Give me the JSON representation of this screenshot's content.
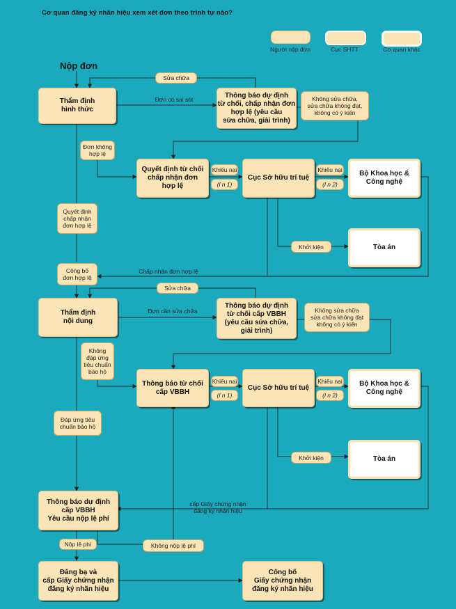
{
  "title": "Cơ quan đăng ký nhãn hiệu xem xét đơn theo trình tự nào?",
  "legend": [
    {
      "label": "Người nộp đơn",
      "color": "#fbe4b6"
    },
    {
      "label": "Cục SHTT",
      "color": "#fbe4b6"
    },
    {
      "label": "Cơ quan khác",
      "color": "#ffffff"
    }
  ],
  "start": "Nộp đơn",
  "nodes": {
    "n1": "Thẩm định\nhình thức",
    "n2": "Thông báo dự định\ntừ chối, chấp nhận đơn\nhợp lệ (yêu cầu\nsửa chữa, giải trình)",
    "n3": "Quyết định từ chối\nchấp nhận đơn\nhợp lệ",
    "n4": "Cục Sở hữu trí tuệ",
    "n5": "Bộ Khoa học &\nCông nghệ",
    "n6": "Tòa án",
    "n7": "Thẩm định\nnội dung",
    "n8": "Thông báo dự định\ntừ chối cấp VBBH\n(yêu cầu sửa chữa,\ngiải trình)",
    "n9": "Thông báo từ chối\ncấp VBBH",
    "n10": "Cục Sở hữu trí tuệ",
    "n11": "Bộ Khoa học &\nCông nghệ",
    "n12": "Tòa án",
    "n13": "Thông báo dự định\ncấp VBBH\nYêu cầu nộp lệ phí",
    "n14": "Đăng bạ và\ncấp Giấy chứng nhận\nđăng ký nhãn hiệu",
    "n15": "Công bố\nGiấy chứng nhận\nđăng ký nhãn hiệu"
  },
  "labels": {
    "suachua1": "Sửa chữa",
    "ksc1": "Không sửa chữa,\nsửa chữa không đạt,\nkhông có ý kiến",
    "donkhonghople": "Đơn không\nhợp lệ",
    "khieunai1": "Khiếu nại",
    "lan1a": "(l  n 1)",
    "khieunai2": "Khiếu nại",
    "lan2a": "(l  n 2)",
    "khoikien1": "Khởi kiện",
    "qdcn": "Quyết định\nchấp nhận\nđơn hợp lệ",
    "congbo": "Công bố\nđơn hợp lệ",
    "suachua2": "Sửa chữa",
    "ksc2": "Không sửa chữa\nsửa chữa không đạt\nkhông có ý kiến",
    "khongdapung": "Không\nđáp ứng\ntiêu chuẩn\nbảo hộ",
    "khieunai3": "Khiếu nại",
    "lan1b": "(l  n 1)",
    "khieunai4": "Khiếu nại",
    "lan2b": "(l  n 2)",
    "dapung": "Đáp ứng tiêu\nchuẩn bảo hộ",
    "khoikien2": "Khởi kiện",
    "noplephi": "Nộp lệ phí",
    "khongnoplephi": "Không nộp lệ phí"
  },
  "texts": {
    "dcss": "Đơn có sai sót",
    "cnhl": "Chấp nhận đơn hợp lệ",
    "dcsc": "Đơn cần sửa chữa",
    "cgcn": "cấp Giấy chứng nhận\nđăng ký nhãn hiệu"
  }
}
